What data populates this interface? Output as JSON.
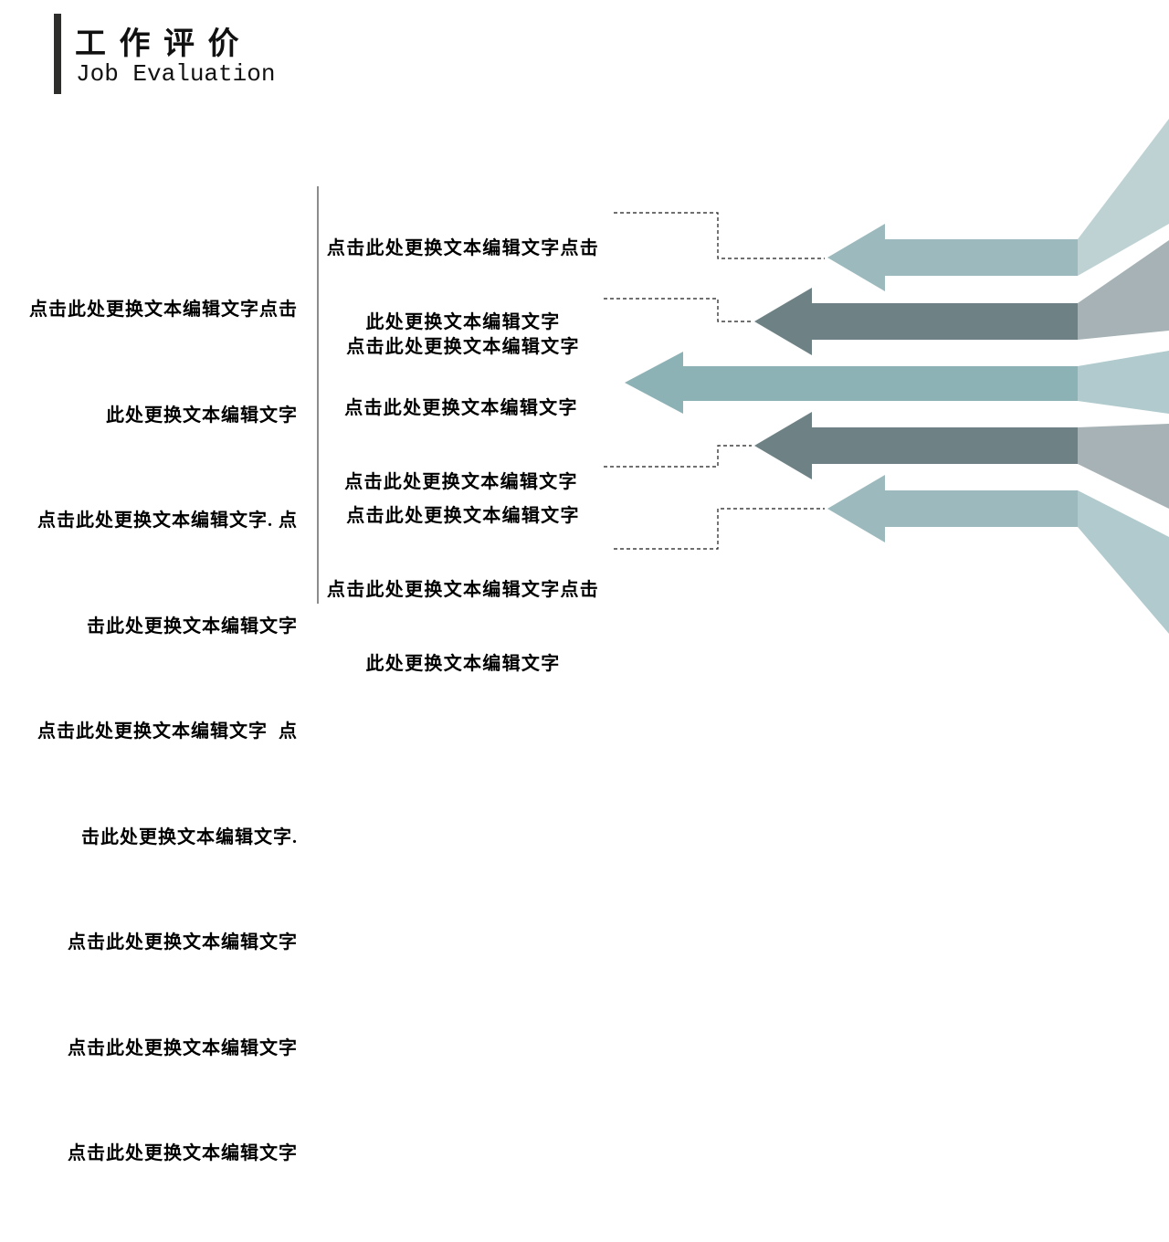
{
  "title": {
    "zh": "工 作 评 价",
    "en": "Job Evaluation"
  },
  "left_text": {
    "lines": [
      "点击此处更换文本编辑文字点击",
      "此处更换文本编辑文字",
      "点击此处更换文本编辑文字. 点",
      "击此处更换文本编辑文字",
      "点击此处更换文本编辑文字  点",
      "击此处更换文本编辑文字.",
      "点击此处更换文本编辑文字",
      "点击此处更换文本编辑文字",
      "点击此处更换文本编辑文字"
    ]
  },
  "callouts": [
    {
      "lines": [
        "点击此处更换文本编辑文字点击",
        "此处更换文本编辑文字"
      ]
    },
    {
      "lines": [
        "点击此处更换文本编辑文字"
      ]
    },
    {
      "lines": [
        "点击此处更换文本编辑文字",
        "点击此处更换文本编辑文字"
      ]
    },
    {
      "lines": [
        "点击此处更换文本编辑文字"
      ]
    },
    {
      "lines": [
        "点击此处更换文本编辑文字点击",
        "此处更换文本编辑文字"
      ]
    }
  ],
  "colors": {
    "arrow_light": "#9cbabd",
    "arrow_dark": "#6e8285",
    "arrow_teal": "#8db2b5",
    "beam_light_top": "#bed2d4",
    "beam_teal": "#b0cacd",
    "beam_gray": "#a6b2b5",
    "accent_bar": "#2e2e2c",
    "divider": "#3f3f3f",
    "connector": "#1a1a1a",
    "text": "#000000"
  }
}
